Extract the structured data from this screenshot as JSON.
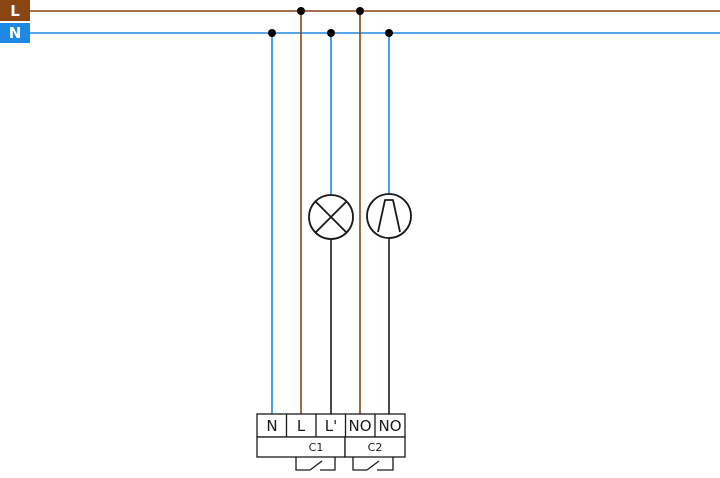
{
  "lines": {
    "live": {
      "label": "L",
      "color": "#8B4513"
    },
    "neutral": {
      "label": "N",
      "color": "#1E88E5"
    }
  },
  "terminal_block": {
    "terminals": [
      "N",
      "L",
      "L'",
      "NO",
      "NO"
    ],
    "groups": [
      "C1",
      "C2"
    ]
  },
  "loads": [
    {
      "icon": "lamp-icon"
    },
    {
      "icon": "fan-motor-icon"
    }
  ],
  "colors": {
    "wire": "#1a1a1a",
    "background": "#ffffff"
  }
}
